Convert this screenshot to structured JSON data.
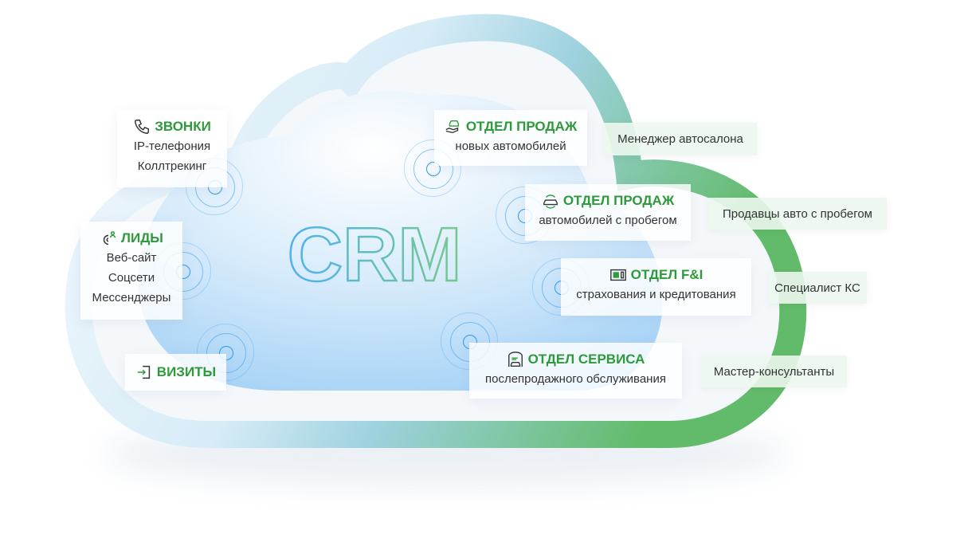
{
  "center": {
    "label": "CRM"
  },
  "channels": [
    {
      "icon": "phone-icon",
      "title": "ЗВОНКИ",
      "lines": [
        "IP-телефония",
        "Коллтрекинг"
      ]
    },
    {
      "icon": "lead-magnet-icon",
      "title": "ЛИДЫ",
      "lines": [
        "Веб-сайт",
        "Соцсети",
        "Мессенджеры"
      ]
    },
    {
      "icon": "sign-in-icon",
      "title": "ВИЗИТЫ",
      "lines": []
    }
  ],
  "departments": [
    {
      "icon": "car-hand-icon",
      "title": "ОТДЕЛ ПРОДАЖ",
      "subtitle": "новых автомобилей",
      "role": "Менеджер автосалона"
    },
    {
      "icon": "car-exchange-icon",
      "title": "ОТДЕЛ ПРОДАЖ",
      "subtitle": "автомобилей с пробегом",
      "role": "Продавцы авто с пробегом"
    },
    {
      "icon": "calculator-icon",
      "title": "ОТДЕЛ F&I",
      "subtitle": "страхования и кредитования",
      "role": "Специалист КС"
    },
    {
      "icon": "car-service-icon",
      "title": "ОТДЕЛ СЕРВИСА",
      "subtitle": "послепродажного обслуживания",
      "role": "Мастер-консультанты"
    }
  ],
  "colors": {
    "accent": "#2e9a3a",
    "blue": "#2a9af0"
  }
}
